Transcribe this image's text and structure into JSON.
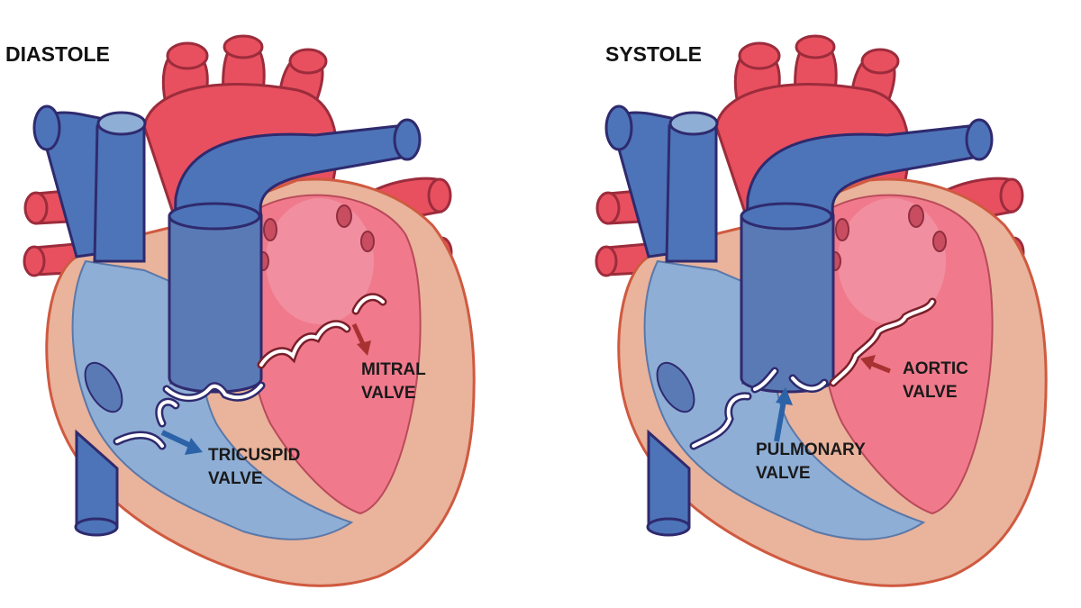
{
  "panels": [
    {
      "title": "DIASTOLE",
      "labels": {
        "tricuspid": [
          "TRICUSPID",
          "VALVE"
        ],
        "mitral": [
          "MITRAL",
          "VALVE"
        ]
      }
    },
    {
      "title": "SYSTOLE",
      "labels": {
        "pulmonary": [
          "PULMONARY",
          "VALVE"
        ],
        "aortic": [
          "AORTIC",
          "VALVE"
        ]
      }
    }
  ],
  "colors": {
    "oxygenated_red": "#e8505f",
    "deoxygenated_blue": "#4d74b8",
    "chamber_blue": "#8eaed6",
    "chamber_pink": "#f07a8c",
    "myocardium": "#e9b39c",
    "outline": "#2f2a6e",
    "arrow_blue": "#2c63a8",
    "arrow_red": "#a83232",
    "valve_leaflet": "#ffffff"
  },
  "icons": [
    "heart-illustration",
    "blood-flow-arrow",
    "valve-leaflet"
  ]
}
